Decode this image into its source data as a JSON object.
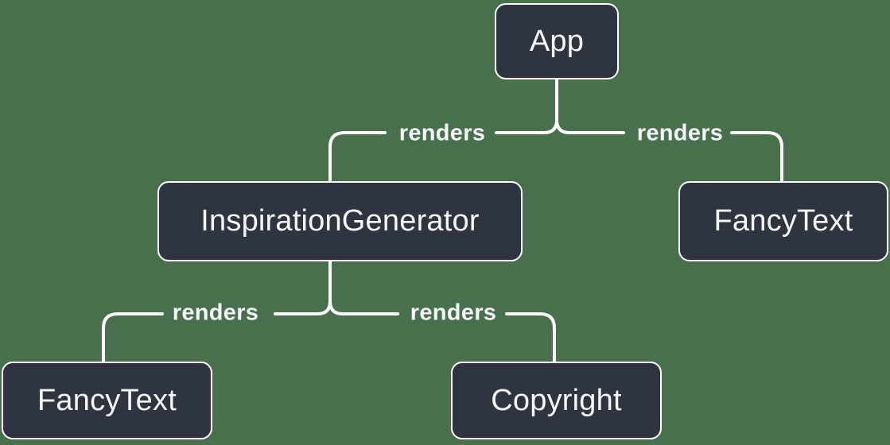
{
  "colors": {
    "background": "#48704c",
    "node_fill": "#2e3440",
    "node_border": "#ffffff",
    "line": "#ffffff",
    "text": "#f6f7f9"
  },
  "nodes": [
    {
      "id": "app",
      "label": "App"
    },
    {
      "id": "inspiration-generator",
      "label": "InspirationGenerator"
    },
    {
      "id": "fancy-text-right",
      "label": "FancyText"
    },
    {
      "id": "fancy-text-left",
      "label": "FancyText"
    },
    {
      "id": "copyright",
      "label": "Copyright"
    }
  ],
  "edges": [
    {
      "from": "App",
      "to": "InspirationGenerator",
      "label": "renders"
    },
    {
      "from": "App",
      "to": "FancyText",
      "label": "renders"
    },
    {
      "from": "InspirationGenerator",
      "to": "FancyText",
      "label": "renders"
    },
    {
      "from": "InspirationGenerator",
      "to": "Copyright",
      "label": "renders"
    }
  ]
}
